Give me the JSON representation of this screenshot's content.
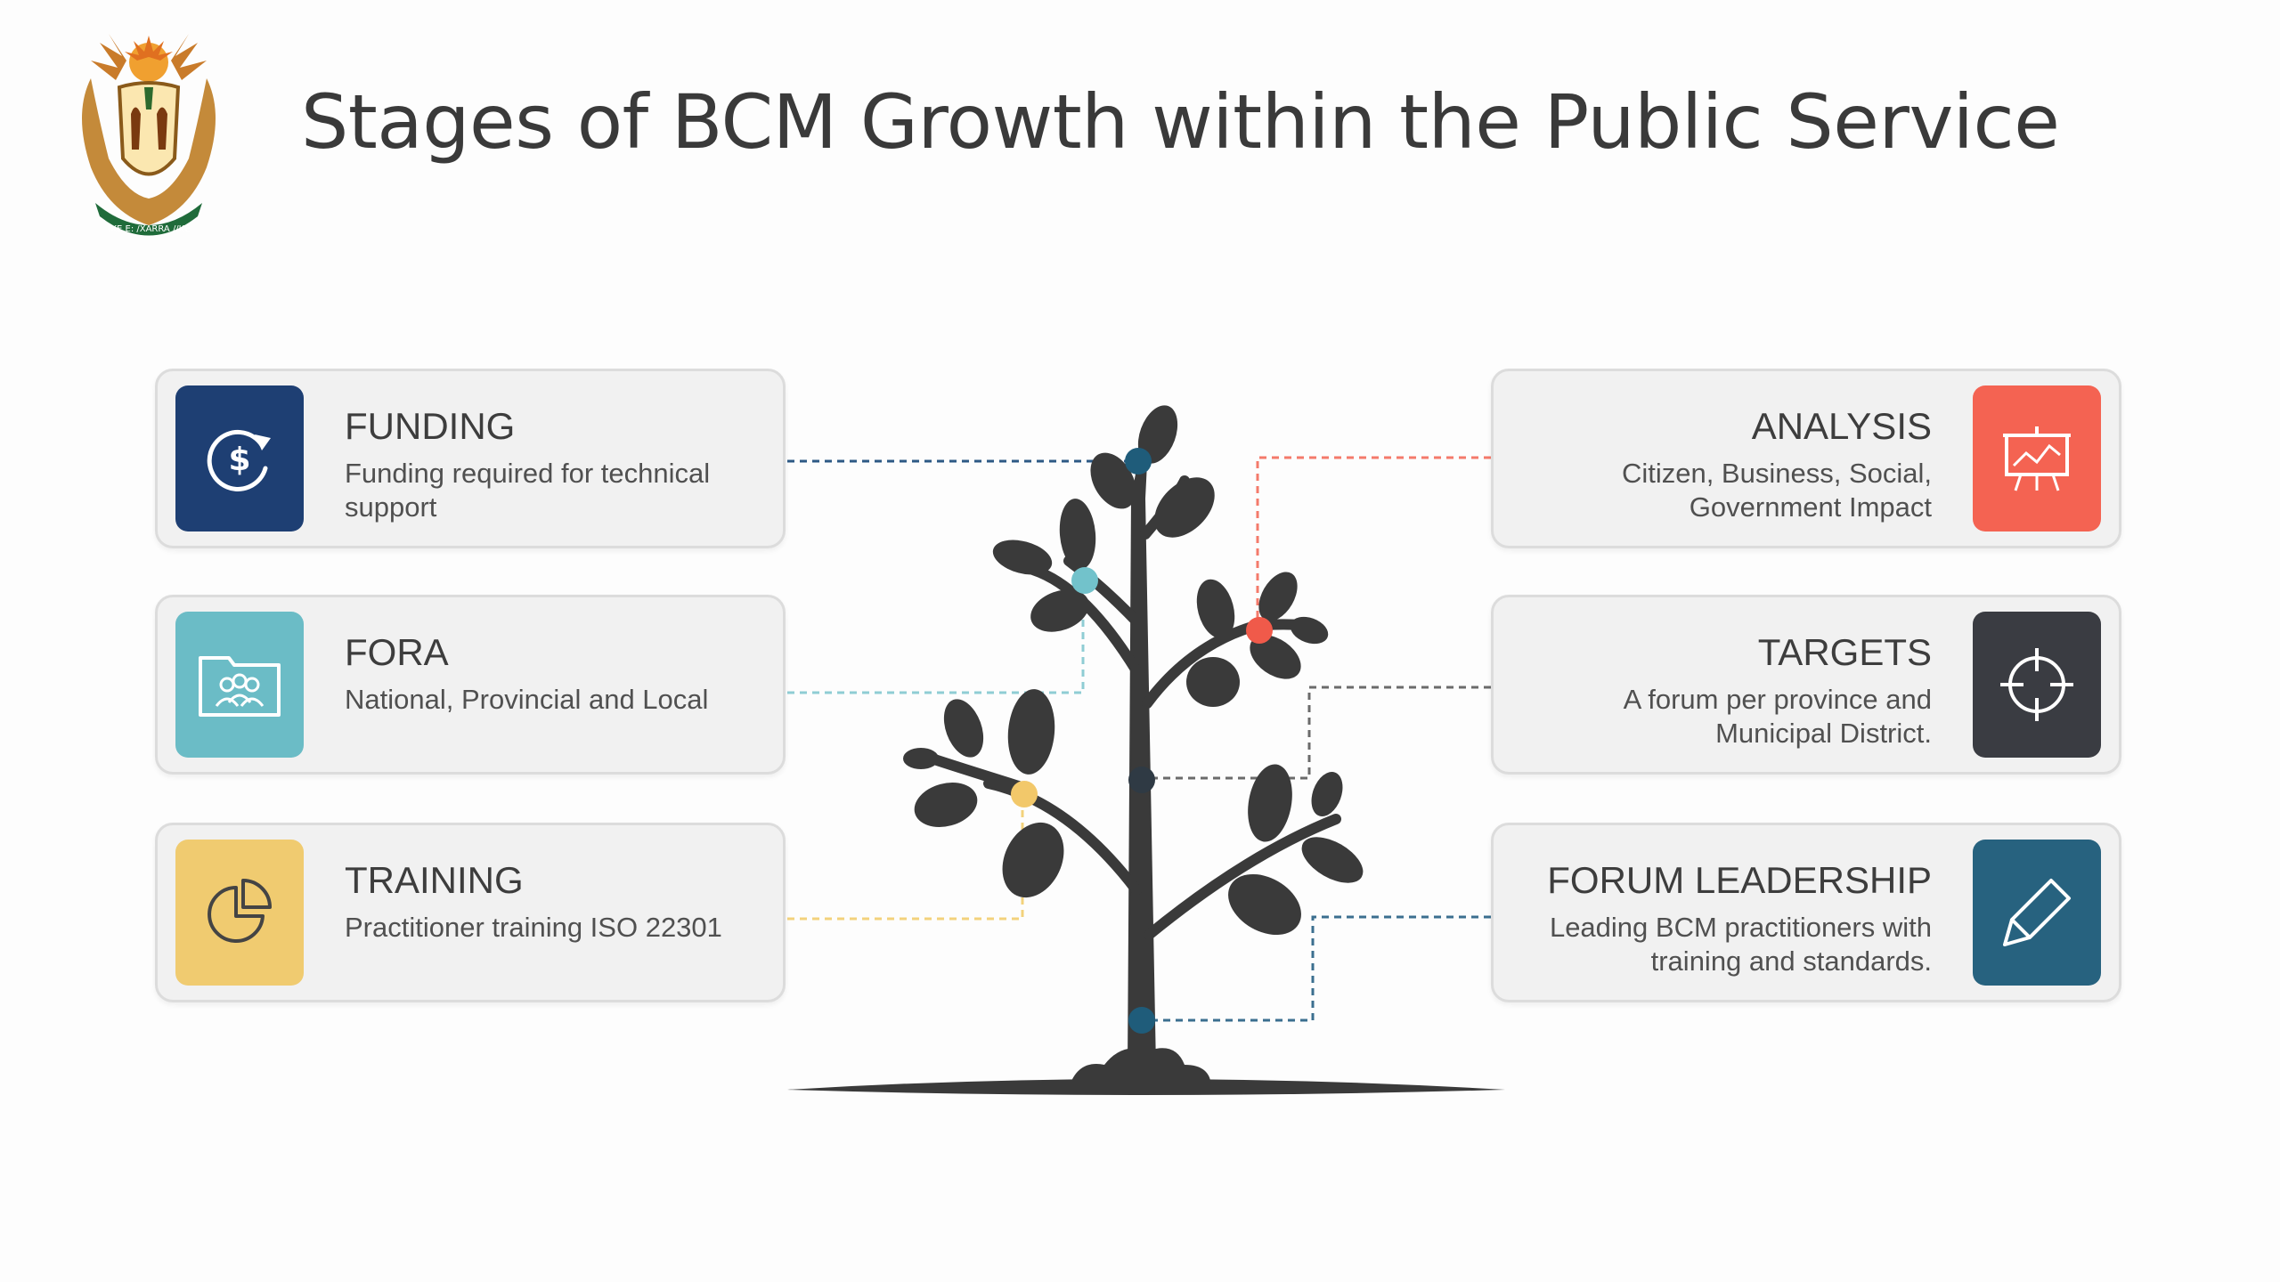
{
  "title": "Stages of BCM Growth within the Public Service",
  "logo": {
    "name": "south-africa-coat-of-arms",
    "motto": "!KE E: /XARRA //KE"
  },
  "colors": {
    "dark_blue": "#1e3f73",
    "teal": "#6bbcc6",
    "yellow": "#f0cb70",
    "red": "#f46352",
    "charcoal": "#3a3c42",
    "steel_blue": "#27627f",
    "tree": "#3a3a3a"
  },
  "stages_left": [
    {
      "title": "FUNDING",
      "desc": [
        "Funding required for technical",
        "support"
      ],
      "icon": "dollar-refresh-icon",
      "color": "#1e3f73"
    },
    {
      "title": "FORA",
      "desc": [
        "National, Provincial and Local"
      ],
      "icon": "people-folder-icon",
      "color": "#6bbcc6"
    },
    {
      "title": "TRAINING",
      "desc": [
        "Practitioner training ISO 22301"
      ],
      "icon": "pie-chart-icon",
      "color": "#f0cb70"
    }
  ],
  "stages_right": [
    {
      "title": "ANALYSIS",
      "desc": [
        "Citizen, Business, Social,",
        "Government Impact"
      ],
      "icon": "presentation-chart-icon",
      "color": "#f46352"
    },
    {
      "title": "TARGETS",
      "desc": [
        "A forum per province and",
        "Municipal District."
      ],
      "icon": "crosshair-icon",
      "color": "#3a3c42"
    },
    {
      "title": "FORUM LEADERSHIP",
      "desc": [
        "Leading BCM practitioners with",
        "training and standards."
      ],
      "icon": "pen-icon",
      "color": "#27627f"
    }
  ]
}
